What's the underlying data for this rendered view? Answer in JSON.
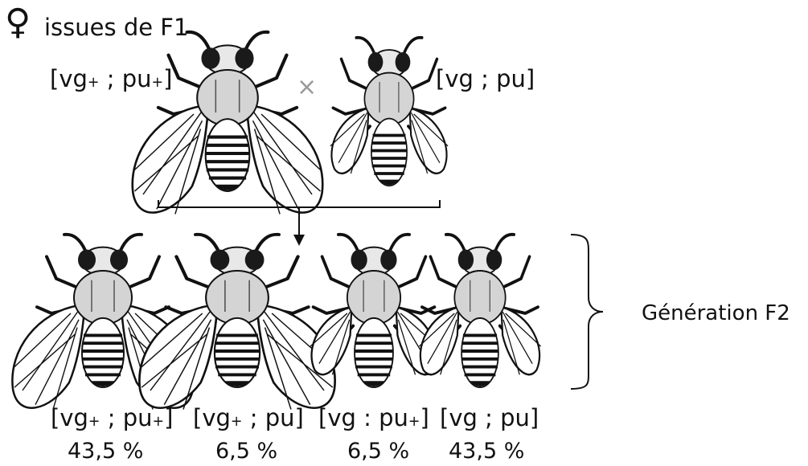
{
  "header": {
    "female_symbol": "♀",
    "title": "issues de F1"
  },
  "parents": {
    "left_label": {
      "gene1": "vg",
      "sup1": "+",
      "sep": " ; ",
      "gene2": "pu",
      "sup2": "+"
    },
    "cross_symbol": "×",
    "right_label": "[vg ; pu]"
  },
  "generation_label": "Génération F2",
  "offspring": [
    {
      "gene1": "vg",
      "sup1": "+",
      "sep": " ; ",
      "gene2": "pu",
      "sup2": "+",
      "percent": "43,5 %"
    },
    {
      "gene1": "vg",
      "sup1": "+",
      "sep": " ; ",
      "gene2": "pu",
      "sup2": "",
      "percent": "6,5 %"
    },
    {
      "gene1": "vg",
      "sup1": "",
      "sep": " : ",
      "gene2": "pu",
      "sup2": "+",
      "percent": "6,5 %"
    },
    {
      "gene1": "vg",
      "sup1": "",
      "sep": " ; ",
      "gene2": "pu",
      "sup2": "",
      "percent": "43,5 %"
    }
  ]
}
